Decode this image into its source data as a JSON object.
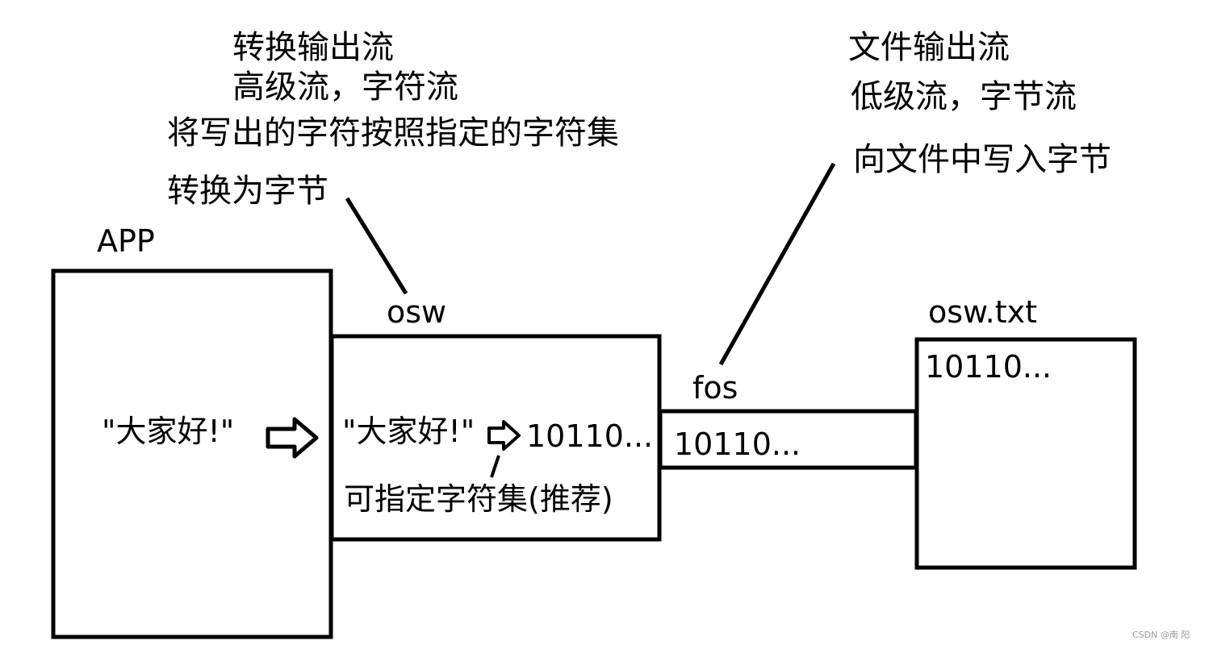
{
  "converter_notes": {
    "line1": "转换输出流",
    "line2": "高级流，字符流",
    "line3": "将写出的字符按照指定的字符集",
    "line4": "转换为字节"
  },
  "file_stream_notes": {
    "line1": "文件输出流",
    "line2": "低级流，字节流",
    "line3": "向文件中写入字节"
  },
  "app": {
    "label": "APP",
    "content": "\"大家好!\""
  },
  "osw": {
    "label": "osw",
    "content": "\"大家好!\"",
    "bytes": "10110...",
    "charset_note": "可指定字符集(推荐)"
  },
  "fos": {
    "label": "fos",
    "bytes": "10110..."
  },
  "file": {
    "label": "osw.txt",
    "bytes": "10110..."
  },
  "watermark": "CSDN @南 阳",
  "colors": {
    "stroke": "#000000",
    "background": "#ffffff",
    "watermark": "#9a9a9a"
  },
  "icons": {
    "flow_arrow": "hollow-right-arrow-icon"
  }
}
